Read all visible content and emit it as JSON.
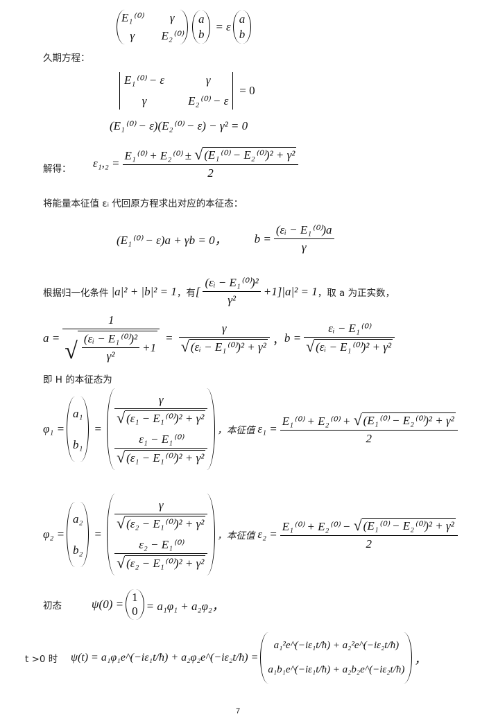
{
  "eq1": {
    "m11": "E₁⁽⁰⁾",
    "m12": "γ",
    "m21": "γ",
    "m22": "E₂⁽⁰⁾",
    "v1": "a",
    "v2": "b",
    "eq": "=",
    "eps": "ε",
    "w1": "a",
    "w2": "b"
  },
  "secular_label": "久期方程：",
  "eq2": {
    "d11": "E₁⁽⁰⁾ − ε",
    "d12": "γ",
    "d21": "γ",
    "d22": "E₂⁽⁰⁾ − ε",
    "rhs": "= 0"
  },
  "eq3": {
    "text": "(E₁⁽⁰⁾ − ε)(E₂⁽⁰⁾ − ε) − γ² = 0"
  },
  "solve_label": "解得：",
  "eq4": {
    "lhs": "ε₁,₂ =",
    "num_a": "E₁⁽⁰⁾ + E₂⁽⁰⁾ ±",
    "num_root": "(E₁⁽⁰⁾ − E₂⁽⁰⁾)² + γ²",
    "den": "2"
  },
  "substitute_text": "将能量本征值 εᵢ 代回原方程求出对应的本征态：",
  "eq5": {
    "lhs": "(E₁⁽⁰⁾ − ε)a + γb = 0，",
    "b_eq": "b =",
    "num": "(εᵢ − E₁⁽⁰⁾)a",
    "den": "γ"
  },
  "norm": {
    "t1": "根据归一化条件",
    "m1": "|a|² + |b|² = 1",
    "t2": "，有",
    "m2a": "[",
    "num": "(εᵢ − E₁⁽⁰⁾)²",
    "den": "γ²",
    "m2b": "+1]|a|² = 1",
    "t3": "，取 a 为正实数，"
  },
  "eq6": {
    "a_eq": "a =",
    "one": "1",
    "inner_num": "(εᵢ − E₁⁽⁰⁾)²",
    "inner_den": "γ²",
    "plus1": "+1",
    "eq": "=",
    "g": "γ",
    "root": "(εᵢ − E₁⁽⁰⁾)² + γ²",
    "comma": "，",
    "b_eq": "b =",
    "b_num": "εᵢ − E₁⁽⁰⁾",
    "b_root": "(εᵢ − E₁⁽⁰⁾)² + γ²"
  },
  "eigen_label": "即 H 的本征态为",
  "phi1": {
    "lhs": "φ₁ =",
    "v1": "a₁",
    "v2": "b₁",
    "eq": "=",
    "g": "γ",
    "root1": "(ε₁ − E₁⁽⁰⁾)² + γ²",
    "num2": "ε₁ − E₁⁽⁰⁾",
    "root2": "(ε₁ − E₁⁽⁰⁾)² + γ²",
    "label": "，本征值",
    "eps": "ε₁ =",
    "num_a": "E₁⁽⁰⁾ + E₂⁽⁰⁾ +",
    "num_root": "(E₁⁽⁰⁾ − E₂⁽⁰⁾)² + γ²",
    "den": "2"
  },
  "phi2": {
    "lhs": "φ₂ =",
    "v1": "a₂",
    "v2": "b₂",
    "eq": "=",
    "g": "γ",
    "root1": "(ε₂ − E₁⁽⁰⁾)² + γ²",
    "num2": "ε₂ − E₁⁽⁰⁾",
    "root2": "(ε₂ − E₁⁽⁰⁾)² + γ²",
    "label": "，本征值",
    "eps": "ε₂ =",
    "num_a": "E₁⁽⁰⁾ + E₂⁽⁰⁾ −",
    "num_root": "(E₁⁽⁰⁾ − E₂⁽⁰⁾)² + γ²",
    "den": "2"
  },
  "initial": {
    "label": "初态",
    "lhs": "ψ(0) =",
    "v1": "1",
    "v2": "0",
    "rhs": "= a₁φ₁ + a₂φ₂，"
  },
  "evolve": {
    "label": "t >0 时",
    "lhs": "ψ(t) = a₁φ₁e^(−iε₁t/ħ) + a₂φ₂e^(−iε₂t/ħ) =",
    "r1": "a₁²e^(−iε₁t/ħ) + a₂²e^(−iε₂t/ħ)",
    "r2": "a₁b₁e^(−iε₁t/ħ) + a₂b₂e^(−iε₂t/ħ)",
    "comma": "，"
  },
  "page_number": "7"
}
